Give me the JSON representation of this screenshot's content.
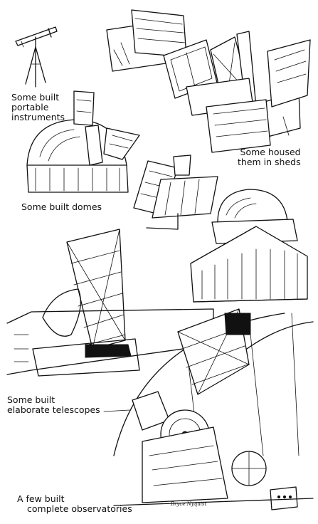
{
  "captions": {
    "portable": [
      "Some built",
      "portable",
      "instruments"
    ],
    "sheds": [
      "Some housed",
      "them in sheds"
    ],
    "domes": [
      "Some built domes"
    ],
    "elaborate": [
      "Some built",
      "elaborate telescopes"
    ],
    "observatories": [
      "A few built",
      "complete observatories"
    ]
  },
  "signature": "Bryce Nyquist"
}
